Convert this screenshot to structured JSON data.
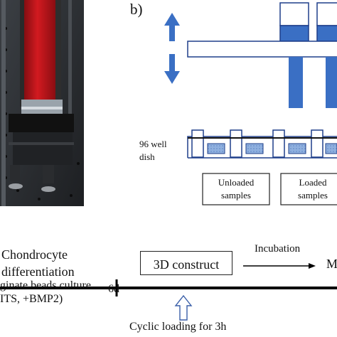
{
  "panel_label": "b)",
  "dish_label": [
    "96 well",
    "dish"
  ],
  "unloaded_box": [
    "Unloaded",
    "samples"
  ],
  "loaded_box": [
    "Loaded",
    "samples"
  ],
  "timeline": {
    "stage_title": [
      "Chondrocyte",
      "differentiation"
    ],
    "construct_label": "3D construct",
    "incubation_label": "Incubation",
    "clipped_right_label": "M",
    "culture_line1": "ginate beads culture",
    "culture_line2": "ITS,  +BMP2)",
    "day_label": "6d",
    "loading_label": "Cyclic loading for 3h"
  },
  "colors": {
    "accent_blue": "#3a6fc4",
    "outline_blue": "#1f3f8a",
    "hatch_blue": "#8fb0df",
    "machine_red": "#c8161d"
  }
}
